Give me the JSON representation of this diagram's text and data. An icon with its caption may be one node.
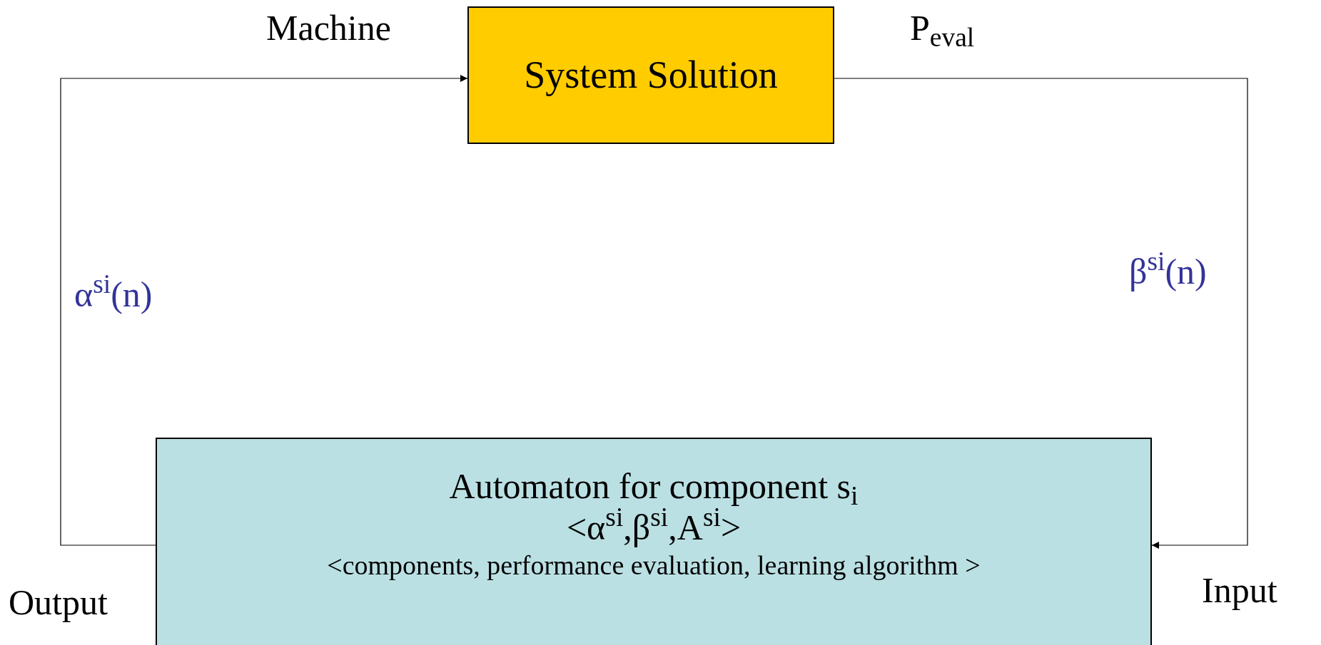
{
  "diagram": {
    "nodes": [
      {
        "text": [
          "System Solution"
        ]
      },
      {
        "text": [
          "Automaton for component s$_{i}$",
          "<α$^{si}$,β$^{si}$,A$^{si}$>",
          "<components, performance evaluation, learning algorithm >"
        ]
      }
    ],
    "edges": [
      {
        "from": 1,
        "to": 0,
        "arrow": "to"
      },
      {
        "from": 0,
        "to": 1,
        "arrow": "to"
      }
    ],
    "labels": [
      "Machine",
      "P$_{eval}$",
      "α$^{si}$(n)",
      "β$^{si}$(n)",
      "Output",
      "Input"
    ]
  }
}
